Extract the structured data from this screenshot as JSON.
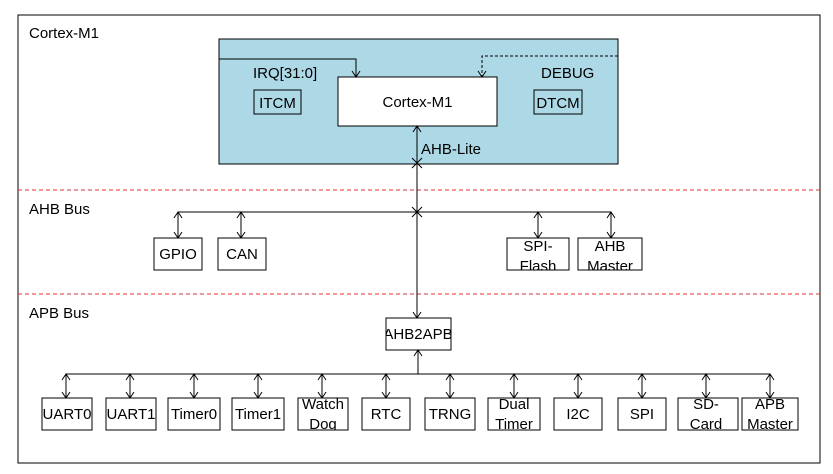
{
  "sections": {
    "cortex": "Cortex-M1",
    "ahb": "AHB Bus",
    "apb": "APB Bus"
  },
  "cpu": {
    "irq": "IRQ[31:0]",
    "debug": "DEBUG",
    "itcm": "ITCM",
    "dtcm": "DTCM",
    "core": "Cortex-M1",
    "ahb_lite": "AHB-Lite"
  },
  "ahb_periph": {
    "gpio": "GPIO",
    "can": "CAN",
    "spi_flash": [
      "SPI-",
      "Flash"
    ],
    "ahb_master": [
      "AHB",
      "Master"
    ]
  },
  "bridge": "AHB2APB",
  "apb_periph": {
    "uart0": "UART0",
    "uart1": "UART1",
    "timer0": "Timer0",
    "timer1": "Timer1",
    "watchdog": [
      "Watch",
      "Dog"
    ],
    "rtc": "RTC",
    "trng": "TRNG",
    "dual_timer": [
      "Dual",
      "Timer"
    ],
    "i2c": "I2C",
    "spi": "SPI",
    "sd_card": [
      "SD-",
      "Card"
    ],
    "apb_master": [
      "APB",
      "Master"
    ]
  },
  "colors": {
    "cpu_fill": "#add8e6",
    "divider": "#e0303a",
    "line": "#000000"
  }
}
